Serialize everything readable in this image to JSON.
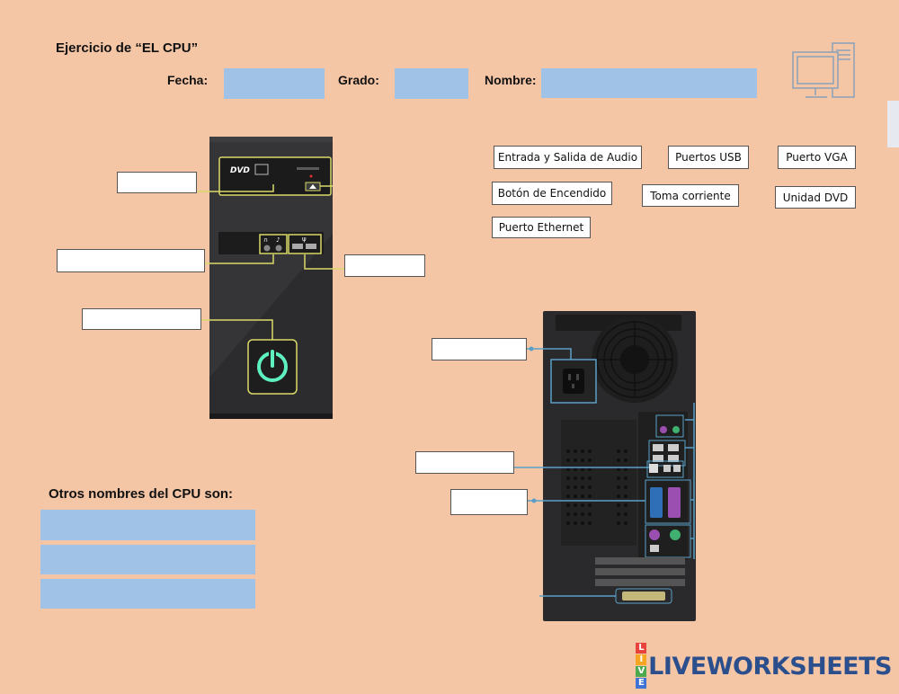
{
  "header": {
    "title": "Ejercicio de “EL CPU”",
    "fecha_label": "Fecha:",
    "grado_label": "Grado:",
    "nombre_label": "Nombre:"
  },
  "options": {
    "audio": "Entrada y Salida de Audio",
    "usb": "Puertos USB",
    "vga": "Puerto VGA",
    "power": "Botón de Encendido",
    "outlet": "Toma corriente",
    "dvd": "Unidad DVD",
    "ethernet": "Puerto Ethernet"
  },
  "front_panel": {
    "dvd_text": "DVD"
  },
  "other_names": {
    "label": "Otros nombres del CPU son:"
  },
  "logo": {
    "text": "LIVEWORKSHEETS"
  },
  "colors": {
    "background": "#f5c6a5",
    "answer_fill": "#a0c2e6",
    "accent": "#d9d96a",
    "power_glow": "#5ff0c0"
  }
}
